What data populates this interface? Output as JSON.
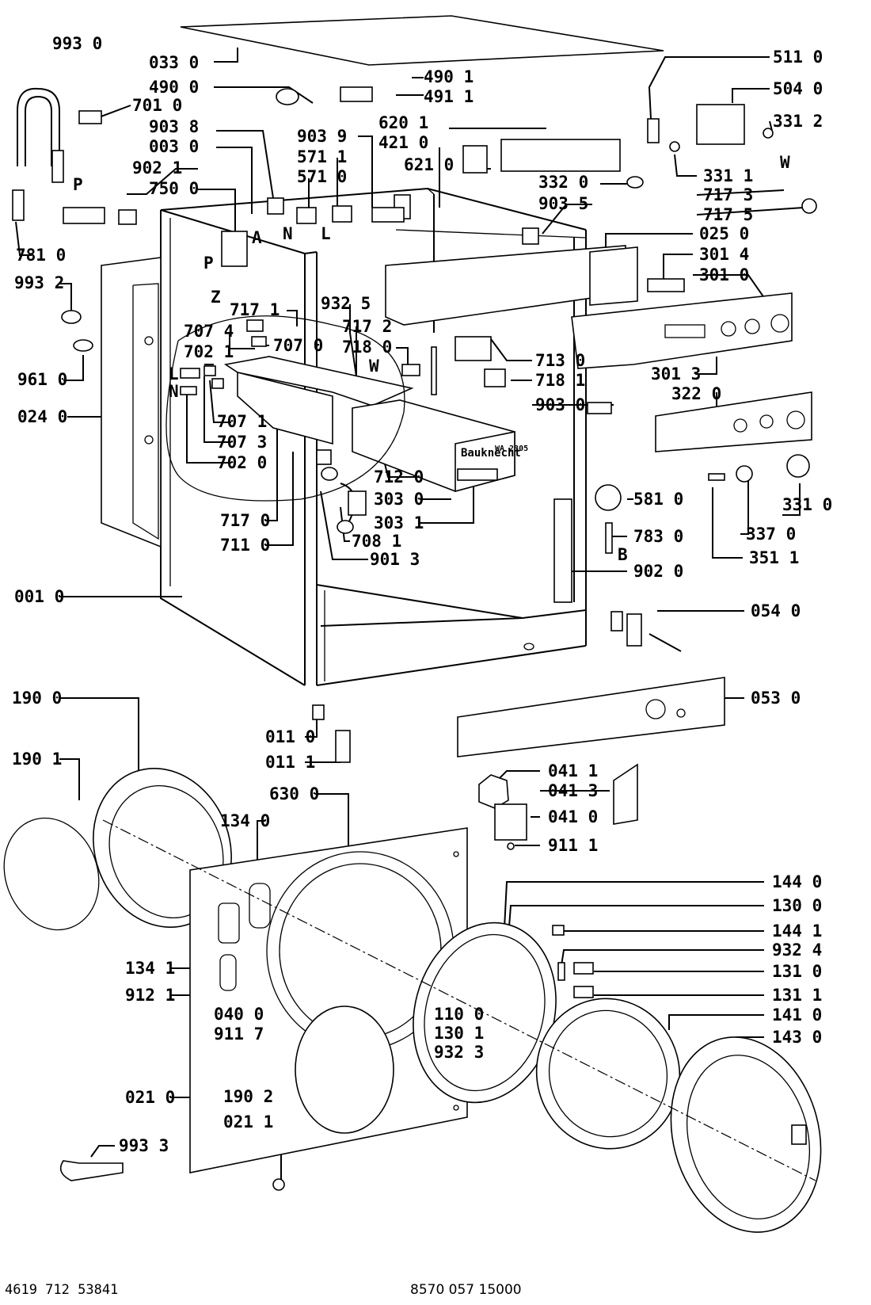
{
  "labels": {
    "l9930": "993 0",
    "l0330": "033 0",
    "l4900": "490 0",
    "l4901": "490 1",
    "l4911": "491 1",
    "l7010": "701 0",
    "l9038": "903 8",
    "l6201": "620 1",
    "l0030": "003 0",
    "l9039": "903 9",
    "l4210": "421 0",
    "l9021": "902 1",
    "l5711": "571 1",
    "l6210": "621 0",
    "l5710": "571 0",
    "l7500": "750 0",
    "l3320": "332 0",
    "l9035": "903 5",
    "l7810": "781 0",
    "l9932": "993 2",
    "l7171": "717 1",
    "l9325": "932 5",
    "l7074": "707 4",
    "l7172": "717 2",
    "l7070": "707 0",
    "l7180": "718 0",
    "l7021": "702 1",
    "l9610": "961 0",
    "l0240": "024 0",
    "l7071": "707 1",
    "l7073": "707 3",
    "l7020": "702 0",
    "l7120": "712 0",
    "l3030": "303 0",
    "l3031": "303 1",
    "l7170": "717 0",
    "l7081": "708 1",
    "l7110": "711 0",
    "l9013": "901 3",
    "l0010": "001 0",
    "l5110": "511 0",
    "l5040": "504 0",
    "l3312": "331 2",
    "l3311": "331 1",
    "l7173": "717 3",
    "l7175": "717 5",
    "l0250": "025 0",
    "l3014": "301 4",
    "l3010": "301 0",
    "l7130": "713 0",
    "l3013": "301 3",
    "l7181": "718 1",
    "l3220": "322 0",
    "l9030": "903 0",
    "l5810": "581 0",
    "l3310": "331 0",
    "l7830": "783 0",
    "l3370": "337 0",
    "l3511": "351 1",
    "l9020": "902 0",
    "l0540": "054 0",
    "l0530": "053 0",
    "l1900": "190 0",
    "l1901": "190 1",
    "l0110": "011 0",
    "l0111": "011 1",
    "l0411": "041 1",
    "l0413": "041 3",
    "l0410": "041 0",
    "l9111": "911 1",
    "l6300": "630 0",
    "l1340": "134 0",
    "l1440": "144 0",
    "l1300": "130 0",
    "l1441": "144 1",
    "l9324": "932 4",
    "l1310": "131 0",
    "l1341": "134 1",
    "l1311": "131 1",
    "l9121": "912 1",
    "l1100": "110 0",
    "l0400": "040 0",
    "l1410": "141 0",
    "l1301": "130 1",
    "l9117": "911 7",
    "l9323": "932 3",
    "l1430": "143 0",
    "l0210": "021 0",
    "l1902": "190 2",
    "l0211": "021 1",
    "l9933": "993 3"
  },
  "letters": {
    "P1": "P",
    "A": "A",
    "P2": "P",
    "Z": "Z",
    "N1": "N",
    "L1": "L",
    "W1": "W",
    "L2": "L",
    "N2": "N",
    "W2": "W",
    "B": "B"
  },
  "panel_text": {
    "brand": "Bauknecht",
    "model": "WA 2305"
  },
  "footer": {
    "left": "4619 712 53841",
    "right": "8570 057 15000"
  }
}
